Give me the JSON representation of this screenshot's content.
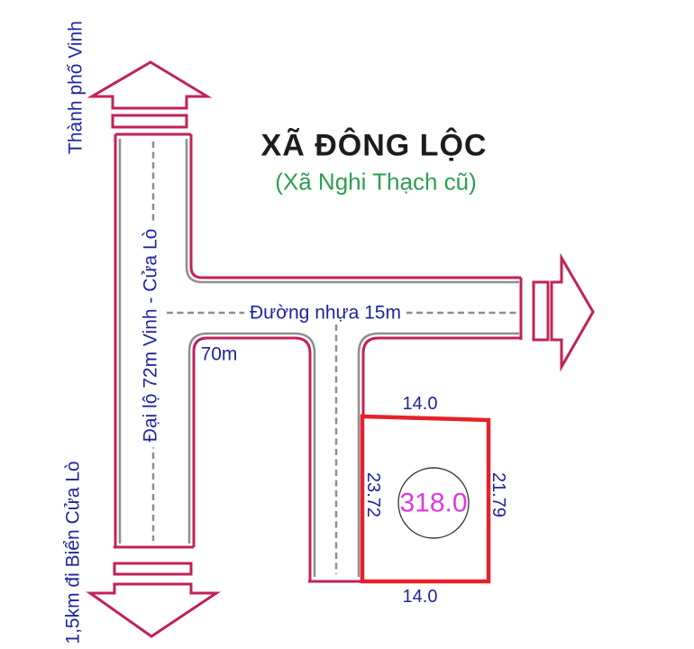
{
  "title": {
    "text": "XÃ ĐÔNG LỘC",
    "subtitle": "(Xã Nghi Thạch cũ)"
  },
  "directions": {
    "north_label": "Thành phố Vinh",
    "south_label": "1,5km đi Biển Cửa Lò"
  },
  "roads": {
    "avenue_label": "Đại lộ 72m Vinh - Cửa Lò",
    "asphalt_label": "Đường nhựa 15m",
    "frontage_distance": "70m"
  },
  "plot": {
    "area": "318.0",
    "side_top": "14.0",
    "side_bottom": "14.0",
    "side_left": "23.72",
    "side_right": "21.79"
  },
  "icons": {
    "arrow_up": "up-direction-arrow",
    "arrow_down": "down-direction-arrow",
    "arrow_right": "right-direction-arrow"
  },
  "colors": {
    "road-outline": "#c2215a",
    "road-inner": "#8e8e8e",
    "plot-outline": "#e62129",
    "label-blue": "#20249e",
    "title-black": "#1c1c1c",
    "subtitle-green": "#2e9e50",
    "area-magenta": "#e137dd"
  }
}
